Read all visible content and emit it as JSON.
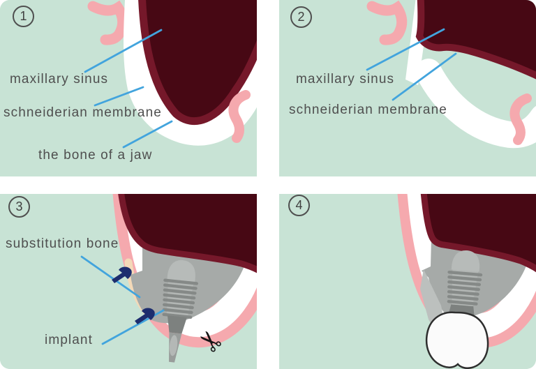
{
  "figure": {
    "kind": "dental sinus-lift implant procedure diagram",
    "panel_count": 4
  },
  "colors": {
    "mint_background": "#c8e3d5",
    "sinus_dark_maroon": "#470814",
    "membrane_maroon": "#75182a",
    "jaw_bone_white": "#ffffff",
    "gum_pink": "#f5a9ae",
    "graft_gray": "#a6aaa8",
    "implant_gray": "#b2b6b4",
    "thread_gray": "#858987",
    "abutment_gray": "#7d817f",
    "pin_navy": "#1d2d6e",
    "leader_line_blue": "#42a4dd",
    "label_text": "#4f4f4f",
    "crown_white": "#fbfbfb",
    "window_cream": "#f3d9b8"
  },
  "panels": [
    {
      "number": "1",
      "labels": [
        "maxillary sinus",
        "schneiderian membrane",
        "the bone of a jaw"
      ]
    },
    {
      "number": "2",
      "labels": [
        "maxillary sinus",
        "schneiderian membrane"
      ]
    },
    {
      "number": "3",
      "labels": [
        "substitution bone",
        "implant"
      ],
      "icons": [
        {
          "name": "scissors",
          "glyph": "✂"
        }
      ]
    },
    {
      "number": "4",
      "labels": []
    }
  ]
}
